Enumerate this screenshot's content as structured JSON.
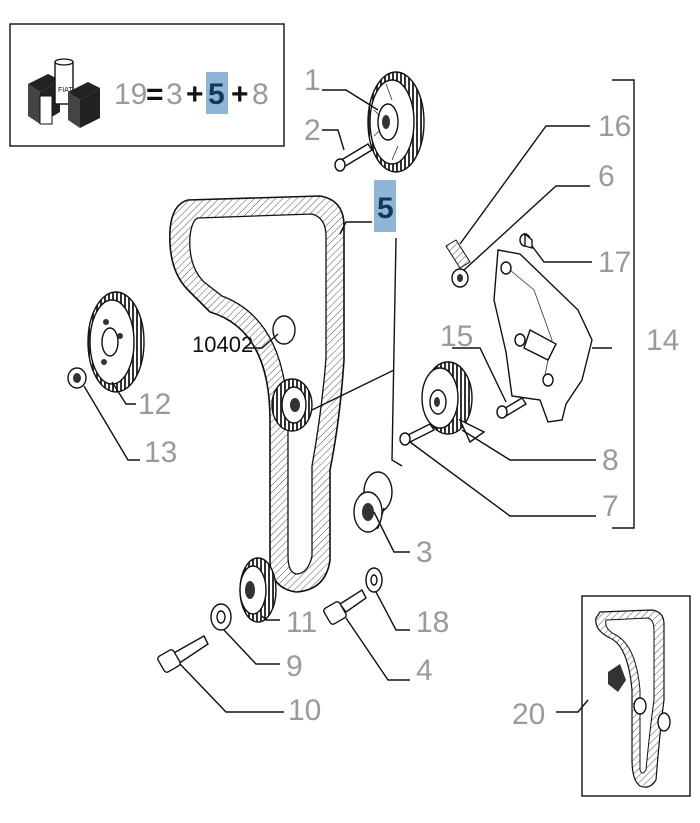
{
  "kit_formula": {
    "kit_number": "19",
    "equals": "=",
    "parts": [
      "3",
      "5",
      "8"
    ],
    "plus": "+",
    "highlight_color": "#8fb6d6"
  },
  "highlighted_part": "5",
  "labels": {
    "p1": "1",
    "p2": "2",
    "p3": "3",
    "p4": "4",
    "p5": "5",
    "p6": "6",
    "p7": "7",
    "p8": "8",
    "p9": "9",
    "p10": "10",
    "p11": "11",
    "p12": "12",
    "p13": "13",
    "p14": "14",
    "p15": "15",
    "p16": "16",
    "p17": "17",
    "p18": "18",
    "p20": "20",
    "ref": "10402"
  },
  "colors": {
    "label_gray": "#9a9a9a",
    "highlight": "#8fb6d6",
    "line": "#111111"
  }
}
